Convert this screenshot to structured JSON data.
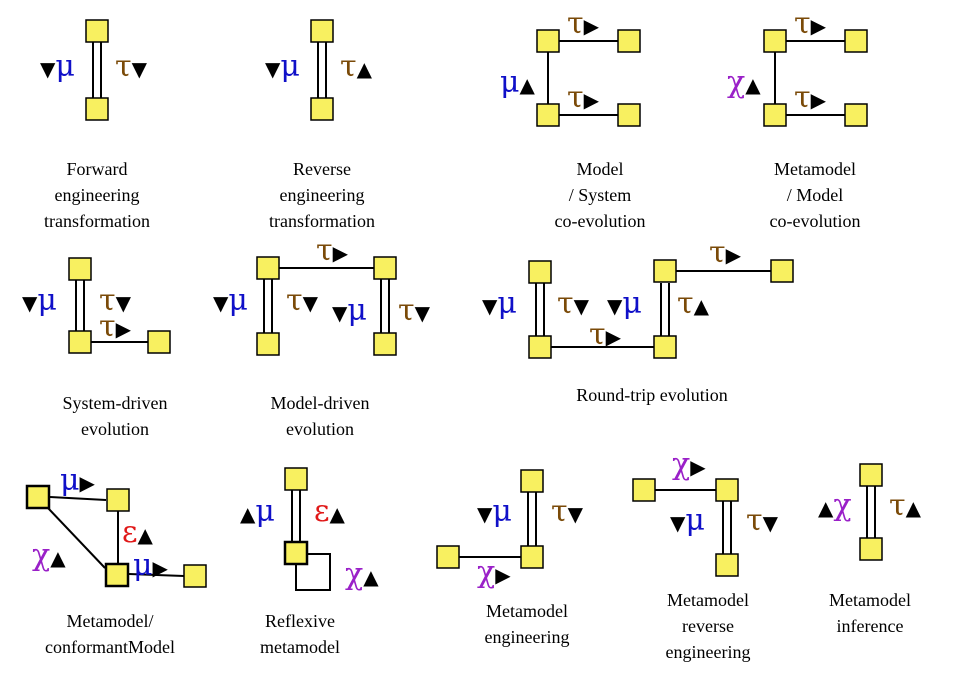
{
  "colors": {
    "mu": "#1010c8",
    "tau": "#7a4a08",
    "chi": "#9a20c8",
    "epsilon": "#e01818",
    "box_fill": "#f8f060"
  },
  "glyphs": {
    "mu": "μ",
    "tau": "τ",
    "chi": "χ",
    "epsilon": "ε",
    "down": "▼",
    "up": "▲",
    "right": "▶"
  },
  "captions": {
    "forward": [
      "Forward",
      "engineering",
      "transformation"
    ],
    "reverse": [
      "Reverse",
      "engineering",
      "transformation"
    ],
    "model_system": [
      "Model",
      "/ System",
      "co-evolution"
    ],
    "metamodel_model": [
      "Metamodel",
      "/ Model",
      "co-evolution"
    ],
    "system_driven": [
      "System-driven",
      "evolution"
    ],
    "model_driven": [
      "Model-driven",
      "evolution"
    ],
    "round_trip": [
      "Round-trip evolution"
    ],
    "conformant": [
      "Metamodel/",
      "conformantModel"
    ],
    "reflexive": [
      "Reflexive",
      "metamodel"
    ],
    "mm_engineering": [
      "Metamodel",
      "engineering"
    ],
    "mm_reverse": [
      "Metamodel",
      "reverse",
      "engineering"
    ],
    "mm_inference": [
      "Metamodel",
      "inference"
    ]
  }
}
